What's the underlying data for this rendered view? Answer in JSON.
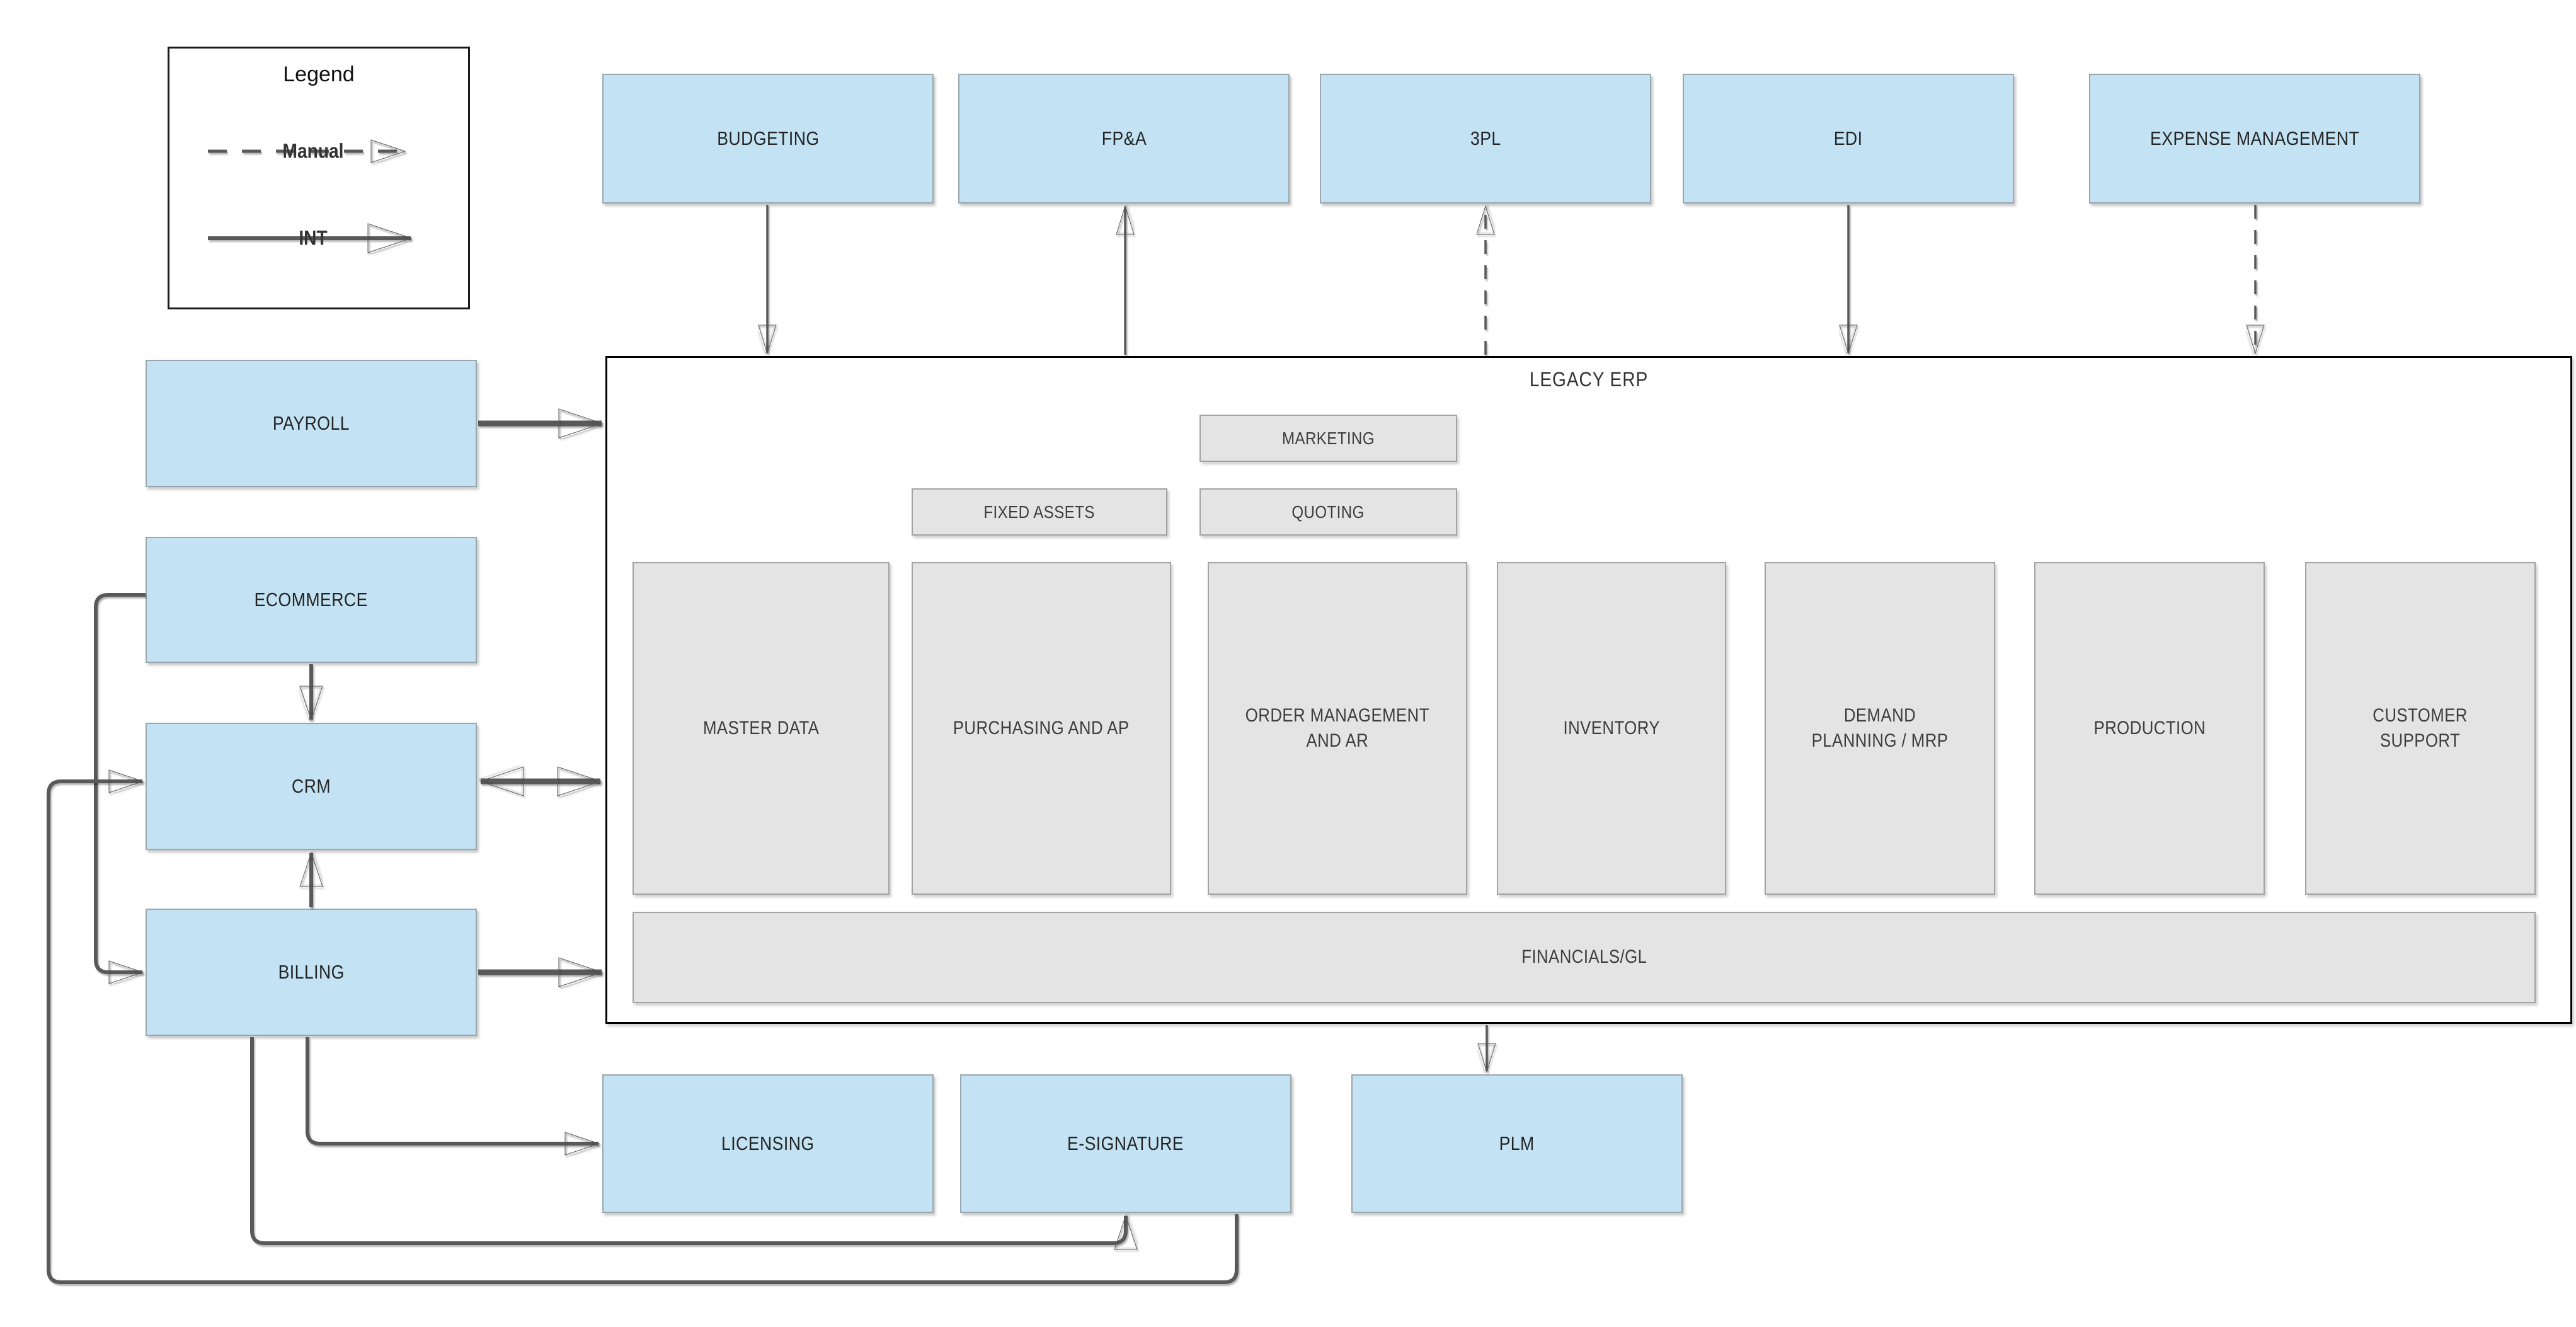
{
  "legend": {
    "title": "Legend",
    "items": [
      {
        "label": "Manual",
        "style": "dashed-arrow"
      },
      {
        "label": "INT",
        "style": "solid-arrow"
      }
    ]
  },
  "systems": {
    "top": [
      "BUDGETING",
      "FP&A",
      "3PL",
      "EDI",
      "EXPENSE MANAGEMENT"
    ],
    "left": [
      "PAYROLL",
      "ECOMMERCE",
      "CRM",
      "BILLING"
    ],
    "bottom": [
      "LICENSING",
      "E-SIGNATURE",
      "PLM"
    ]
  },
  "erp": {
    "title": "LEGACY ERP",
    "floating_modules": [
      "MARKETING",
      "FIXED ASSETS",
      "QUOTING"
    ],
    "columns": [
      "MASTER DATA",
      "PURCHASING AND AP",
      "ORDER MANAGEMENT\nAND AR",
      "INVENTORY",
      "DEMAND\nPLANNING / MRP",
      "PRODUCTION",
      "CUSTOMER\nSUPPORT"
    ],
    "footer": "FINANCIALS/GL"
  },
  "connections": [
    {
      "from": "BUDGETING",
      "to": "LEGACY ERP",
      "type": "INT"
    },
    {
      "from": "LEGACY ERP",
      "to": "FP&A",
      "type": "INT"
    },
    {
      "from": "LEGACY ERP",
      "to": "3PL",
      "type": "Manual"
    },
    {
      "from": "EDI",
      "to": "LEGACY ERP",
      "type": "INT"
    },
    {
      "from": "EXPENSE MANAGEMENT",
      "to": "LEGACY ERP",
      "type": "Manual"
    },
    {
      "from": "PAYROLL",
      "to": "LEGACY ERP",
      "type": "INT"
    },
    {
      "from": "ECOMMERCE",
      "to": "CRM",
      "type": "INT"
    },
    {
      "from": "ECOMMERCE",
      "to": "BILLING",
      "type": "INT"
    },
    {
      "from": "CRM",
      "to": "LEGACY ERP",
      "type": "INT",
      "bidirectional": true
    },
    {
      "from": "BILLING",
      "to": "CRM",
      "type": "INT"
    },
    {
      "from": "BILLING",
      "to": "LEGACY ERP",
      "type": "INT"
    },
    {
      "from": "BILLING",
      "to": "LICENSING",
      "type": "INT"
    },
    {
      "from": "BILLING",
      "to": "E-SIGNATURE",
      "type": "INT"
    },
    {
      "from": "LEGACY ERP",
      "to": "PLM",
      "type": "INT"
    },
    {
      "from": "E-SIGNATURE",
      "to": "CRM",
      "type": "INT"
    }
  ],
  "colors": {
    "external_system_fill": "#C3E3F4",
    "erp_module_fill": "#E4E4E4",
    "connector": "#595959",
    "container_border": "#000000",
    "box_border": "#9aa7af"
  }
}
